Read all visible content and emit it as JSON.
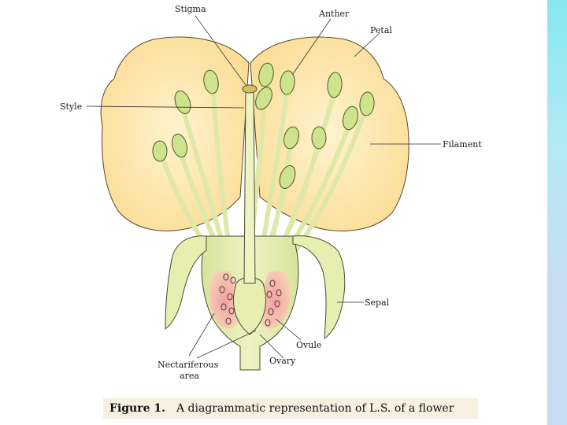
{
  "labels": {
    "stigma": "Stigma",
    "anther": "Anther",
    "petal": "Petal",
    "style": "Style",
    "filament": "Filament",
    "sepal": "Sepal",
    "ovule": "Ovule",
    "ovary": "Ovary",
    "nectariferous_line1": "Nectariferous",
    "nectariferous_line2": "area"
  },
  "caption": {
    "figure_label": "Figure 1.",
    "text": "A diagrammatic representation of L.S. of a flower"
  },
  "colors": {
    "petal": "#fde3a3",
    "petal_light": "#fdefc8",
    "stem": "#e4eaa6",
    "anther": "#c9e28a",
    "nectary": "#ec8a8a",
    "outline": "#4a4a3a",
    "caption_bg": "#f7efe0",
    "side_bar": "#9fe8f2"
  }
}
